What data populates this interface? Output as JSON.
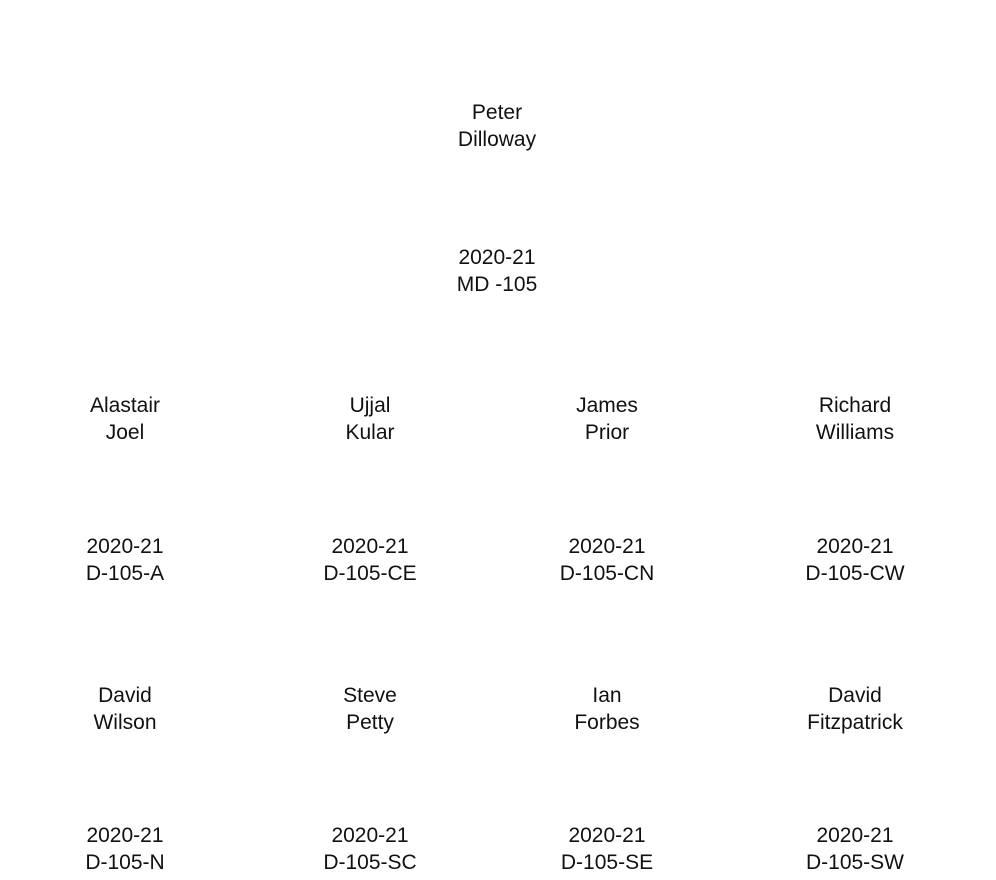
{
  "top": {
    "name": [
      "Peter",
      "Dilloway"
    ],
    "code": [
      "2020-21",
      "MD -105"
    ]
  },
  "members": [
    {
      "name": [
        "Alastair",
        "Joel"
      ],
      "code": [
        "2020-21",
        "D-105-A"
      ]
    },
    {
      "name": [
        "Ujjal",
        "Kular"
      ],
      "code": [
        "2020-21",
        "D-105-CE"
      ]
    },
    {
      "name": [
        "James",
        "Prior"
      ],
      "code": [
        "2020-21",
        "D-105-CN"
      ]
    },
    {
      "name": [
        "Richard",
        "Williams"
      ],
      "code": [
        "2020-21",
        "D-105-CW"
      ]
    },
    {
      "name": [
        "David",
        "Wilson"
      ],
      "code": [
        "2020-21",
        "D-105-N"
      ]
    },
    {
      "name": [
        "Steve",
        "Petty"
      ],
      "code": [
        "2020-21",
        "D-105-SC"
      ]
    },
    {
      "name": [
        "Ian",
        "Forbes"
      ],
      "code": [
        "2020-21",
        "D-105-SE"
      ]
    },
    {
      "name": [
        "David",
        "Fitzpatrick"
      ],
      "code": [
        "2020-21",
        "D-105-SW"
      ]
    }
  ]
}
